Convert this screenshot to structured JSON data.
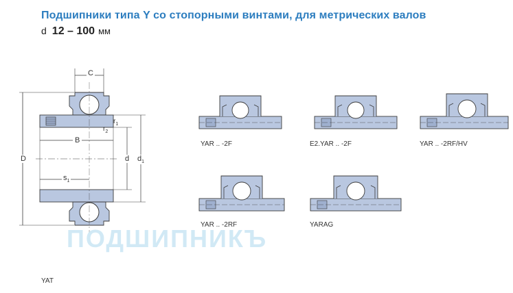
{
  "header": {
    "title": "Подшипники типа Y со стопорными винтами, для метрических валов",
    "range_symbol": "d",
    "range_value": "12 – 100",
    "range_unit": "мм"
  },
  "main_drawing": {
    "dim_labels": {
      "C": "C",
      "B": "B",
      "D": "D",
      "d": "d",
      "d1": "d",
      "d1_sub": "1",
      "s1": "s",
      "s1_sub": "1",
      "r1": "r",
      "r1_sub": "1",
      "r2": "r",
      "r2_sub": "2"
    },
    "caption": "YAT"
  },
  "variants": [
    {
      "caption": "YAR .. -2F"
    },
    {
      "caption": "E2.YAR .. -2F"
    },
    {
      "caption": "YAR .. -2RF/HV"
    },
    {
      "caption": "YAR .. -2RF"
    },
    {
      "caption": "YARAG"
    }
  ],
  "watermark": "ПОДШИПНИКЪ",
  "colors": {
    "title": "#2c7dbf",
    "fill": "#b9c7e0",
    "stroke": "#3a3a3a",
    "watermark": "#c9e6f4"
  }
}
